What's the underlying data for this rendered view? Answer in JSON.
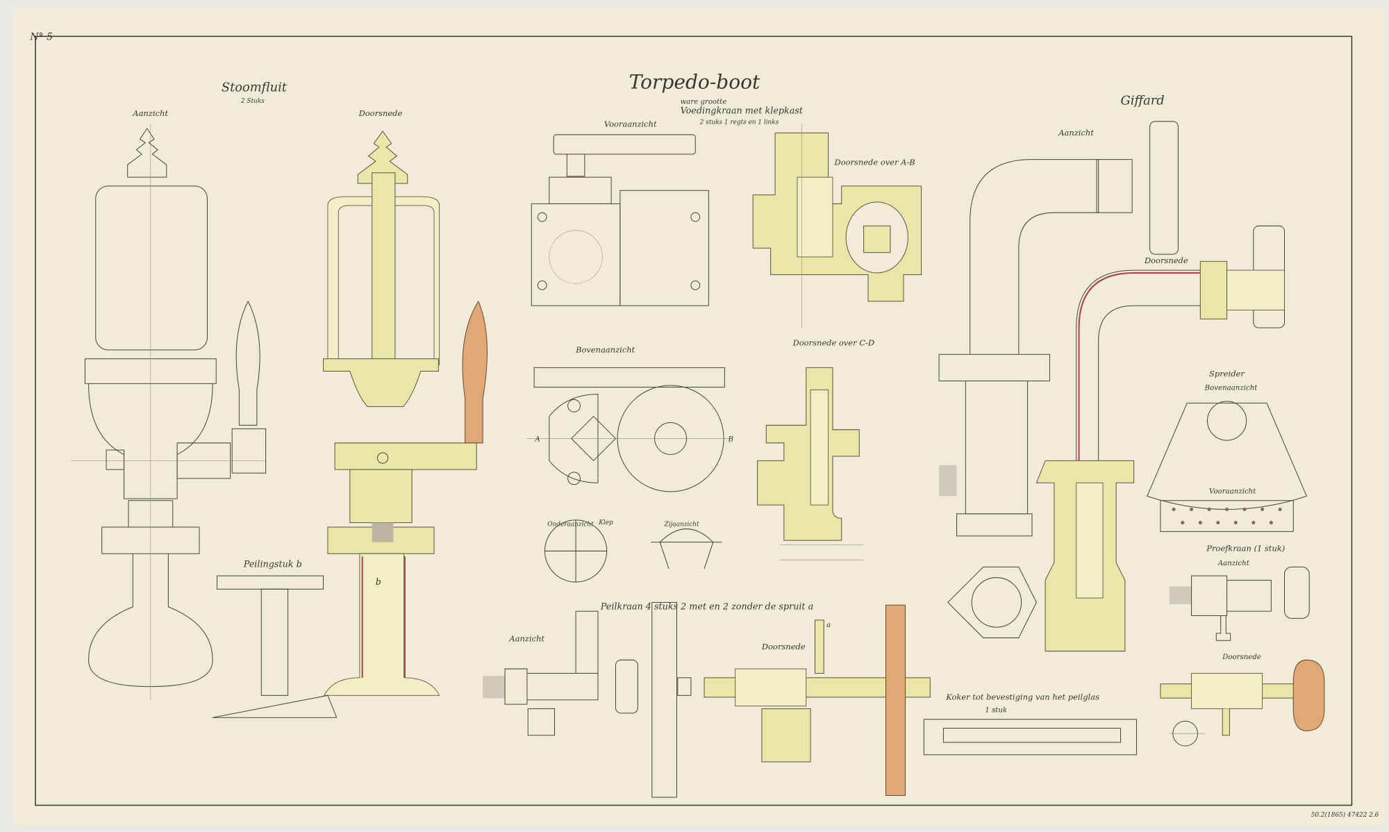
{
  "sheet": {
    "number": "N° 5",
    "title": "Torpedo-boot",
    "scale_note": "ware grootte",
    "stamp": "50.2(1865) 47422 2.6",
    "colors": {
      "paper": "#f1ecd9",
      "brass": "#e9e6a8",
      "wood": "#e0a874",
      "red": "#b3404a",
      "ink": "#3a3630"
    }
  },
  "stoomfluit": {
    "title": "Stoomfluit",
    "count": "2 Stuks",
    "view_label": "Aanzicht",
    "section_label": "Doorsnede",
    "part_label": "Peilingstuk b",
    "letter_b": "b"
  },
  "voedingkraan": {
    "title": "Voedingkraan met klepkast",
    "count": "2 stuks 1 regts en 1 links",
    "front_label": "Vooraanzicht",
    "section_ab_label": "Doorsnede over A-B",
    "top_label": "Bovenaanzicht",
    "section_cd_label": "Doorsnede over C-D",
    "bottom_label": "Onderaanzicht",
    "valve_label": "Klep",
    "side_label": "Zijaanzicht",
    "letter_a": "A",
    "letter_b": "B"
  },
  "giffard": {
    "title": "Giffard",
    "view_label": "Aanzicht",
    "section_label": "Doorsnede",
    "spreider_label": "Spreider",
    "spreider_top": "Bovenaanzicht",
    "spreider_front": "Vooraanzicht"
  },
  "proefkraan": {
    "title": "Proefkraan (1 stuk)",
    "view_label": "Aanzicht",
    "section_label": "Doorsnede"
  },
  "peilkraan": {
    "title": "Peilkraan 4 stuks 2 met en 2 zonder de spruit a",
    "view_label": "Aanzicht",
    "section_label": "Doorsnede",
    "letter_a": "a"
  },
  "koker": {
    "title": "Koker tot bevestiging van het peilglas",
    "count": "1 stuk"
  }
}
